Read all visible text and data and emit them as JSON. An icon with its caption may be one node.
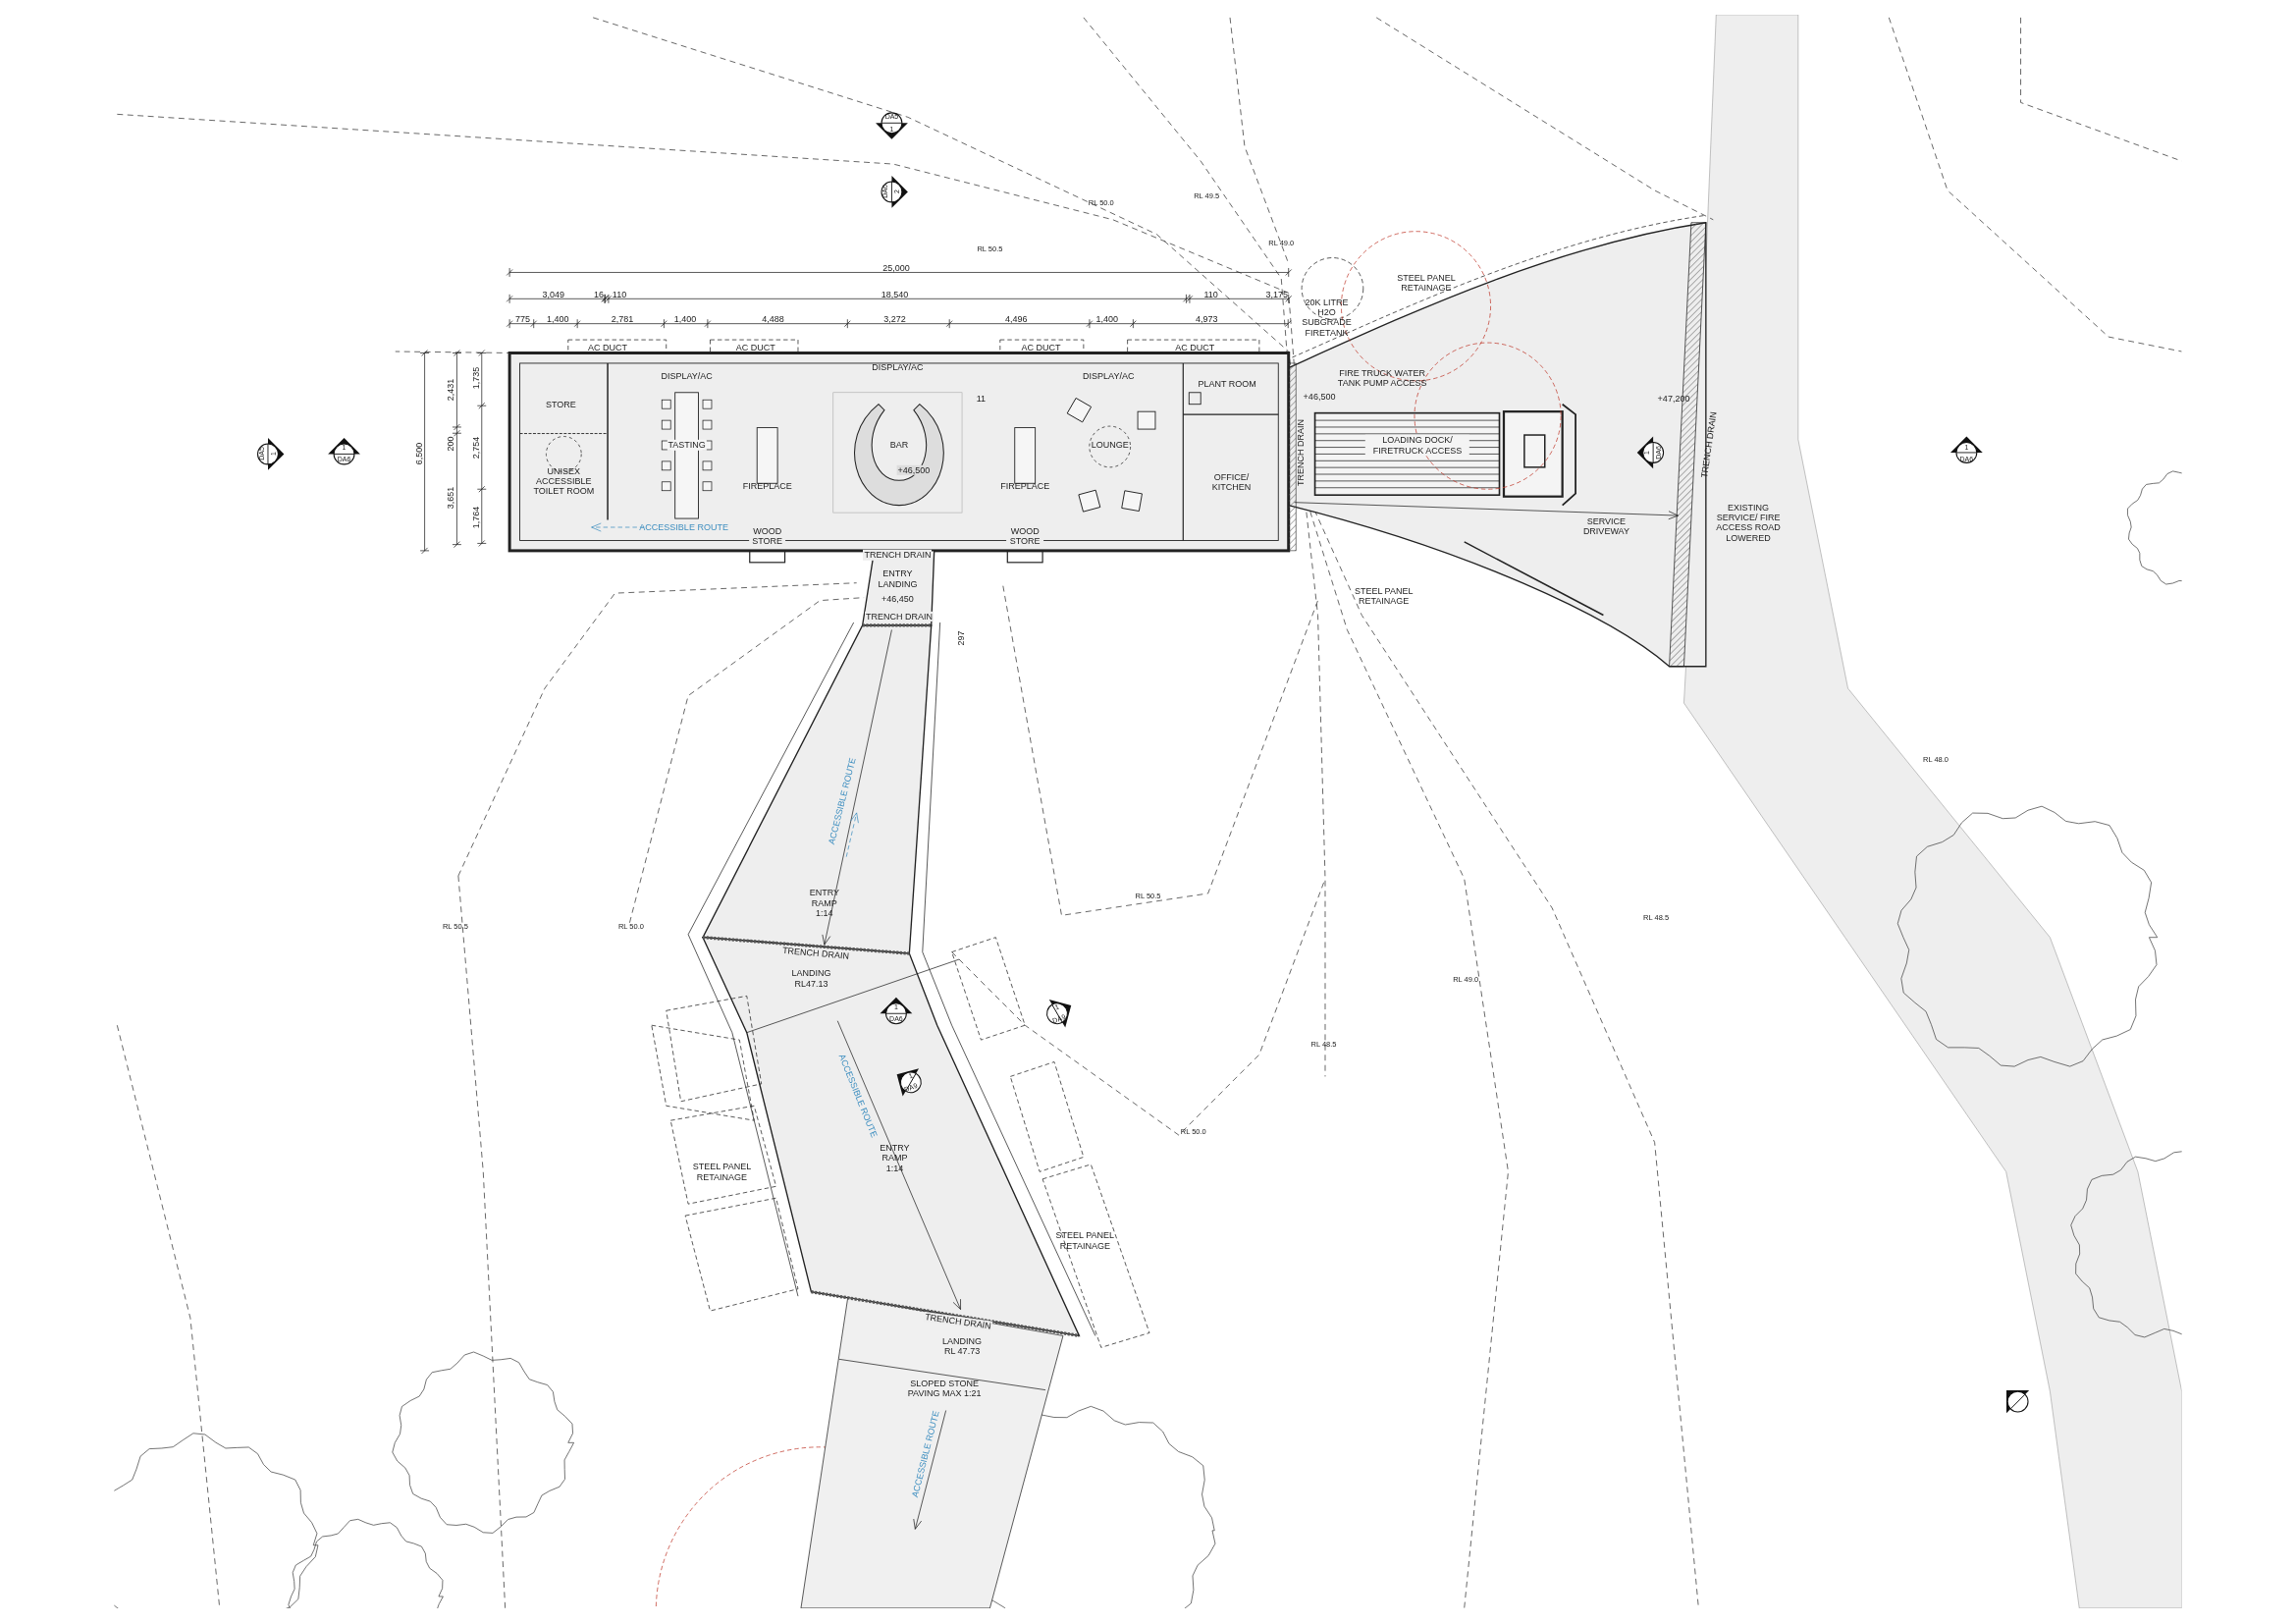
{
  "diagram": {
    "labels": [
      "25,000",
      "3,049",
      "16",
      "110",
      "18,540",
      "110",
      "3,175",
      "775",
      "1,400",
      "2,781",
      "1,400",
      "4,488",
      "3,272",
      "4,496",
      "1,400",
      "4,973",
      "6,500",
      "2,431",
      "200",
      "3,651",
      "1,735",
      "2,754",
      "1,764",
      "AC DUCT",
      "AC DUCT",
      "AC DUCT",
      "AC DUCT",
      "DISPLAY/AC",
      "DISPLAY/AC",
      "DISPLAY/AC",
      "STORE",
      "UNISEX ACCESSIBLE TOILET ROOM",
      "TASTING",
      "FIREPLACE",
      "BAR",
      "+46,500",
      "11",
      "FIREPLACE",
      "LOUNGE",
      "PLANT ROOM",
      "OFFICE/ KITCHEN",
      "ACCESSIBLE ROUTE",
      "WOOD STORE",
      "WOOD STORE",
      "TRENCH DRAIN",
      "ENTRY LANDING",
      "+46,450",
      "TRENCH DRAIN",
      "297",
      "TRENCH DRAIN",
      "20K LITRE H2O SUBGRADE FIRETANK",
      "STEEL PANEL RETAINAGE",
      "FIRE TRUCK WATER TANK PUMP ACCESS",
      "+46,500",
      "LOADING DOCK/ FIRETRUCK ACCESS",
      "+47,200",
      "TRENCH DRAIN",
      "SERVICE DRIVEWAY",
      "EXISTING SERVICE/ FIRE ACCESS ROAD LOWERED",
      "STEEL PANEL RETAINAGE",
      "ACCESSIBLE ROUTE",
      "ENTRY RAMP 1:14",
      "TRENCH DRAIN",
      "LANDING RL47.13",
      "ACCESSIBLE ROUTE",
      "ENTRY RAMP 1:14",
      "STEEL PANEL RETAINAGE",
      "STEEL PANEL RETAINAGE",
      "TRENCH DRAIN",
      "LANDING RL 47.73",
      "SLOPED STONE PAVING MAX 1:21",
      "ACCESSIBLE ROUTE",
      "RL 50.0",
      "RL 49.5",
      "RL 49.0",
      "RL 50.5",
      "RL 48.0",
      "RL 48.5",
      "RL 49.0",
      "RL 48.5",
      "RL 50.0",
      "RL 50.5",
      "RL 50.5",
      "RL 50.0",
      "DA5",
      "1",
      "DA6",
      "2",
      "DA5",
      "1",
      "1",
      "DA6",
      "1",
      "DA6",
      "1",
      "DA6",
      "1",
      "DA6",
      "1",
      "DA9",
      "1",
      "DA9"
    ]
  }
}
